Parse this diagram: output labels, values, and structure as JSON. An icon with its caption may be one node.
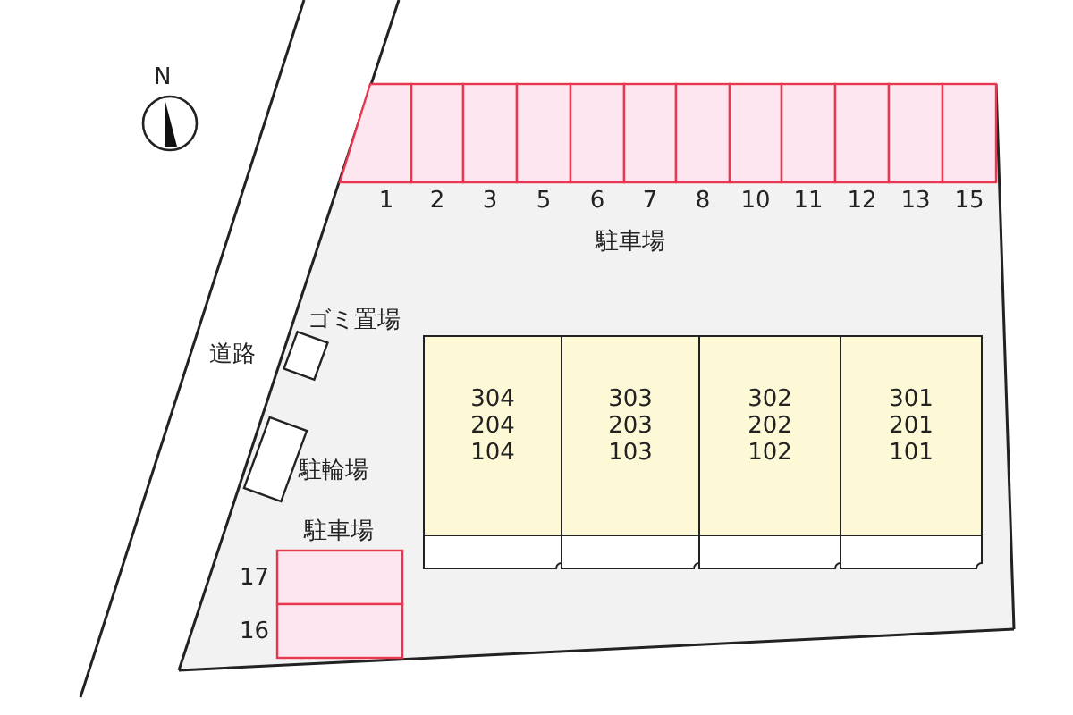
{
  "diagram": {
    "nodes": [
      {
        "text": [
          "1"
        ]
      },
      {
        "text": [
          "2"
        ]
      },
      {
        "text": [
          "3"
        ]
      },
      {
        "text": [
          "5"
        ]
      },
      {
        "text": [
          "6"
        ]
      },
      {
        "text": [
          "7"
        ]
      },
      {
        "text": [
          "8"
        ]
      },
      {
        "text": [
          "10"
        ]
      },
      {
        "text": [
          "11"
        ]
      },
      {
        "text": [
          "12"
        ]
      },
      {
        "text": [
          "13"
        ]
      },
      {
        "text": [
          "15"
        ]
      },
      {
        "text": [
          "ゴミ置場"
        ]
      },
      {
        "text": [
          "304",
          "204",
          "104"
        ]
      },
      {
        "text": [
          "303",
          "203",
          "103"
        ]
      },
      {
        "text": [
          "302",
          "202",
          "102"
        ]
      },
      {
        "text": [
          "301",
          "201",
          "101"
        ]
      },
      {
        "text": [
          "駐輪場"
        ]
      },
      {
        "text": [
          "17"
        ]
      },
      {
        "text": [
          "16"
        ]
      }
    ],
    "edges": [],
    "labels": [
      "N",
      "駐車場",
      "道路",
      "駐車場"
    ]
  }
}
